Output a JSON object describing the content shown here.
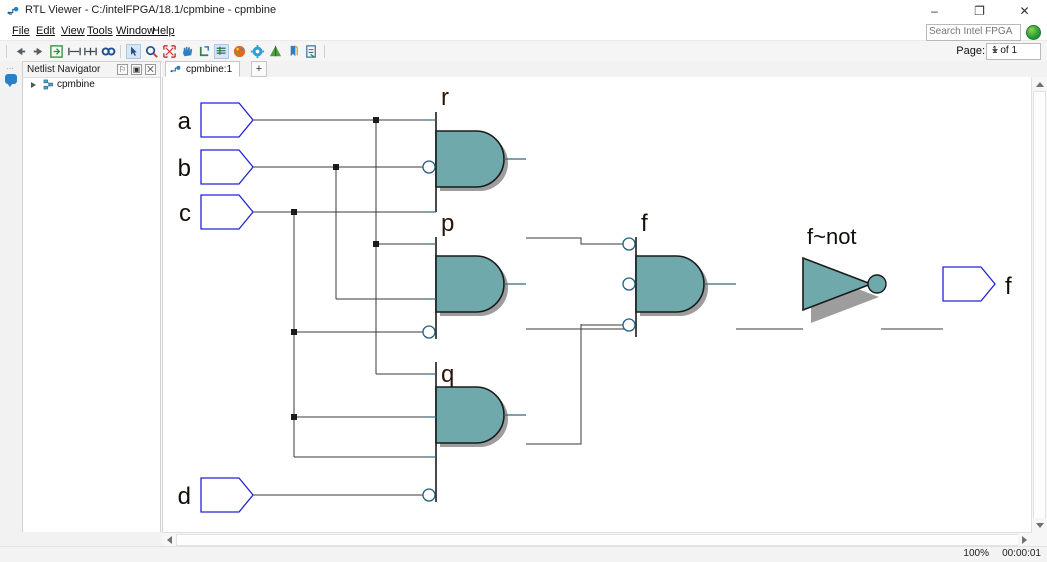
{
  "window": {
    "title": "RTL Viewer - C:/intelFPGA/18.1/cpmbine - cpmbine",
    "app_icon": "rtl-viewer-icon",
    "minimize_glyph": "–",
    "maximize_glyph": "❐",
    "close_glyph": "✕"
  },
  "menubar": {
    "items": [
      {
        "label": "File",
        "mnemonic": "F"
      },
      {
        "label": "Edit",
        "mnemonic": "E"
      },
      {
        "label": "View",
        "mnemonic": "V"
      },
      {
        "label": "Tools",
        "mnemonic": "T"
      },
      {
        "label": "Window",
        "mnemonic": "W"
      },
      {
        "label": "Help",
        "mnemonic": "H"
      }
    ]
  },
  "search": {
    "placeholder": "Search Intel FPGA",
    "value": "",
    "globe_icon": "globe-icon"
  },
  "toolbar": {
    "icons": [
      {
        "name": "back-icon",
        "selected": false
      },
      {
        "name": "forward-icon",
        "selected": false
      },
      {
        "name": "refresh-icon",
        "selected": false
      },
      {
        "name": "fit-horizontal-icon",
        "selected": false
      },
      {
        "name": "fit-page-icon",
        "selected": false
      },
      {
        "name": "find-icon",
        "selected": false
      },
      {
        "name": "select-arrow-icon",
        "selected": true
      },
      {
        "name": "zoom-icon",
        "selected": false
      },
      {
        "name": "zoom-fit-icon",
        "selected": false
      },
      {
        "name": "pan-hand-icon",
        "selected": false
      },
      {
        "name": "probe-icon",
        "selected": false
      },
      {
        "name": "filter-icon",
        "selected": true
      },
      {
        "name": "color-palette-icon",
        "selected": false
      },
      {
        "name": "settings-gear-icon",
        "selected": false
      },
      {
        "name": "hierarchy-icon",
        "selected": false
      },
      {
        "name": "bookmark-icon",
        "selected": false
      },
      {
        "name": "export-icon",
        "selected": false
      }
    ]
  },
  "page_nav": {
    "label": "Page:",
    "value": "1 of 1",
    "caret_icon": "chevron-down-icon"
  },
  "netlist_navigator": {
    "title": "Netlist Navigator",
    "panel_buttons": [
      {
        "name": "pin-panel-button",
        "glyph": "⚐"
      },
      {
        "name": "float-panel-button",
        "glyph": "▣"
      },
      {
        "name": "close-panel-button",
        "glyph": "⨉"
      }
    ],
    "tree": [
      {
        "label": "cpmbine",
        "icon": "hierarchy-node-icon",
        "expanded": false
      }
    ]
  },
  "tabs": {
    "items": [
      {
        "label": "cpmbine:1",
        "icon": "rtl-viewer-icon",
        "active": true
      }
    ],
    "add_tab_label": "+"
  },
  "schematic": {
    "zoom_percent": "100%",
    "colors": {
      "gate_fill": "#6fa9ab",
      "gate_stroke": "#1a1a1a",
      "gate_shadow": "#8c8c8c",
      "pin_stroke": "#2323d6",
      "wire": "#3a3a3a",
      "port_stub": "#38667a",
      "bubble_stroke": "#245f7e",
      "label_text": "#1a1008",
      "canvas_bg": "#ffffff"
    },
    "input_ports": [
      {
        "name": "a",
        "label": "a"
      },
      {
        "name": "b",
        "label": "b"
      },
      {
        "name": "c",
        "label": "c"
      },
      {
        "name": "d",
        "label": "d"
      }
    ],
    "output_ports": [
      {
        "name": "f",
        "label": "f"
      }
    ],
    "gates": [
      {
        "name": "r",
        "label": "r",
        "type": "and",
        "inputs": 3,
        "inverted_inputs": [
          1
        ]
      },
      {
        "name": "p",
        "label": "p",
        "type": "and",
        "inputs": 3,
        "inverted_inputs": [
          2
        ]
      },
      {
        "name": "q",
        "label": "q",
        "type": "and",
        "inputs": 3,
        "inverted_inputs": [
          2
        ]
      },
      {
        "name": "f",
        "label": "f",
        "type": "and",
        "inputs": 3,
        "inverted_inputs": [
          0,
          1,
          2
        ]
      },
      {
        "name": "f~not",
        "label": "f~not",
        "type": "inverter",
        "inputs": 1,
        "inverted_inputs": []
      }
    ]
  },
  "status": {
    "zoom": "100%",
    "elapsed_time": "00:00:01"
  }
}
